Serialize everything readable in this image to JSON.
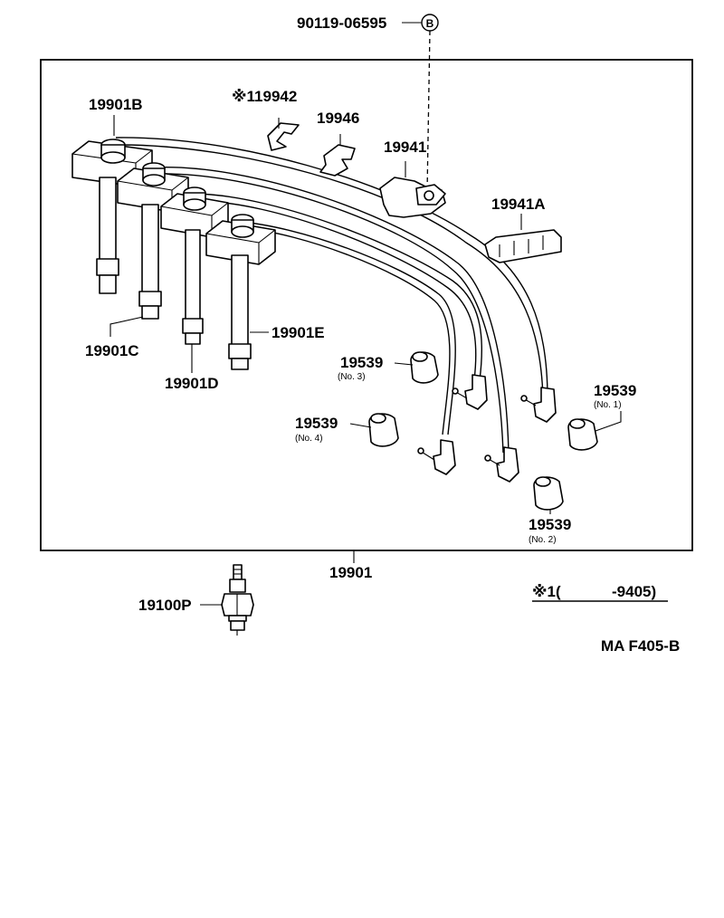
{
  "parts": {
    "bolt": "90119-06595",
    "bolt_ref": "B",
    "wire_no1": "19901B",
    "clamp_a": "※119942",
    "clamp_b": "19946",
    "clamp_c": "19941",
    "clamp_d": "19941A",
    "wire_no2": "19901C",
    "wire_no3": "19901D",
    "wire_no4": "19901E",
    "boot_no3": "19539",
    "boot_no3_sub": "(No. 3)",
    "boot_no4": "19539",
    "boot_no4_sub": "(No. 4)",
    "boot_no1": "19539",
    "boot_no1_sub": "(No. 1)",
    "boot_no2": "19539",
    "boot_no2_sub": "(No. 2)",
    "wire_set": "19901",
    "spark_plug": "19100P"
  },
  "notes": {
    "footnote_mark": "※1(",
    "footnote_range": "-9405)",
    "figure_code": "MA F405-B"
  }
}
